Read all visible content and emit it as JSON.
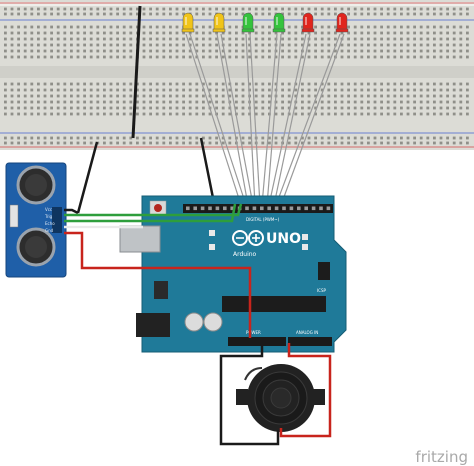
{
  "board": {
    "model_label": "UNO",
    "brand_label": "Arduino",
    "icsp_label": "ICSP",
    "digital_label": "DIGITAL (PWM~)",
    "power_label": "POWER",
    "analog_label": "ANALOG IN",
    "color": "#1f7a99"
  },
  "sensor": {
    "pin_labels": [
      "Vcc",
      "Trig",
      "Echo",
      "Gnd"
    ],
    "color": "#1f5fa8"
  },
  "leds": {
    "colors": [
      "yellow",
      "yellow",
      "green",
      "green",
      "red",
      "red"
    ]
  },
  "wire_colors": {
    "black": "#1a1a1a",
    "green": "#2e9e3c",
    "red": "#c8241c",
    "white": "#f4f4f4",
    "led_leg": "#9a9a9a"
  },
  "footer": {
    "brand": "fritzing"
  }
}
